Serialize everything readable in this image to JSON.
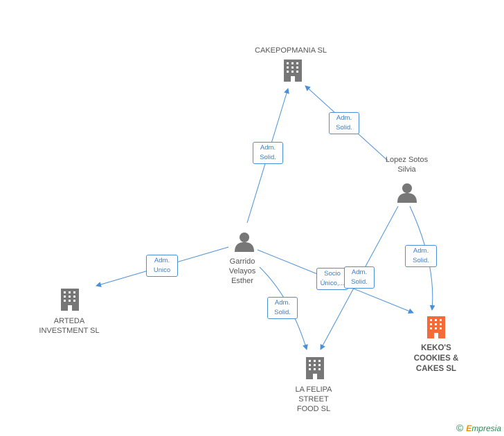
{
  "companies": {
    "cakepopmania": {
      "name": "CAKEPOPMANIA SL"
    },
    "arteda": {
      "name": "ARTEDA\nINVESTMENT SL"
    },
    "lafelipa": {
      "name": "LA FELIPA\nSTREET\nFOOD  SL"
    },
    "kekos": {
      "name": "KEKO'S\nCOOKIES &\nCAKES SL",
      "highlight_color": "#f26b38"
    }
  },
  "persons": {
    "garrido": {
      "name": "Garrido\nVelayos\nEsther"
    },
    "lopez": {
      "name": "Lopez Sotos\nSilvia"
    }
  },
  "edge_labels": {
    "garrido_cakepop": "Adm.\nSolid.",
    "lopez_cakepop": "Adm.\nSolid.",
    "garrido_arteda": "Adm.\nUnico",
    "garrido_lafelipa": "Adm.\nSolid.",
    "garrido_kekos": "Socio\nÚnico,...",
    "lopez_lafelipa": "Adm.\nSolid.",
    "lopez_kekos": "Adm.\nSolid."
  },
  "colors": {
    "edge": "#4a90d9",
    "icon_gray": "#777777",
    "company_highlight": "#f26b38"
  },
  "icons": {
    "company": "building-icon",
    "person": "person-icon"
  },
  "brand": {
    "copyright": "©",
    "e": "E",
    "rest": "mpresia"
  }
}
